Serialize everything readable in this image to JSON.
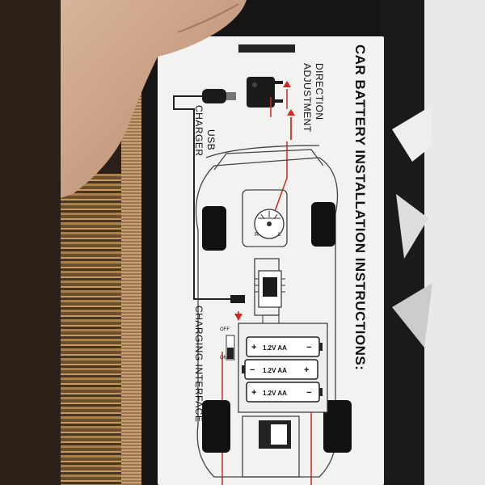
{
  "instructions": {
    "title": "CAR BATTERY INSTALLATION INSTRUCTIONS:",
    "direction_line1": "DIRECTION",
    "direction_line2": "ADJUSTMENT",
    "usb_line1": "USB",
    "usb_line2": "CHARGER",
    "charging_interface": "CHARGING INTERFACE",
    "switch_off": "OFF",
    "switch_on": "ON",
    "dial_right": "R",
    "dial_left": "L"
  },
  "batteries": [
    {
      "label": "1.2V AA",
      "left_sign": "+",
      "right_sign": "−"
    },
    {
      "label": "1.2V AA",
      "left_sign": "−",
      "right_sign": "+"
    },
    {
      "label": "1.2V AA",
      "left_sign": "+",
      "right_sign": "−"
    }
  ]
}
